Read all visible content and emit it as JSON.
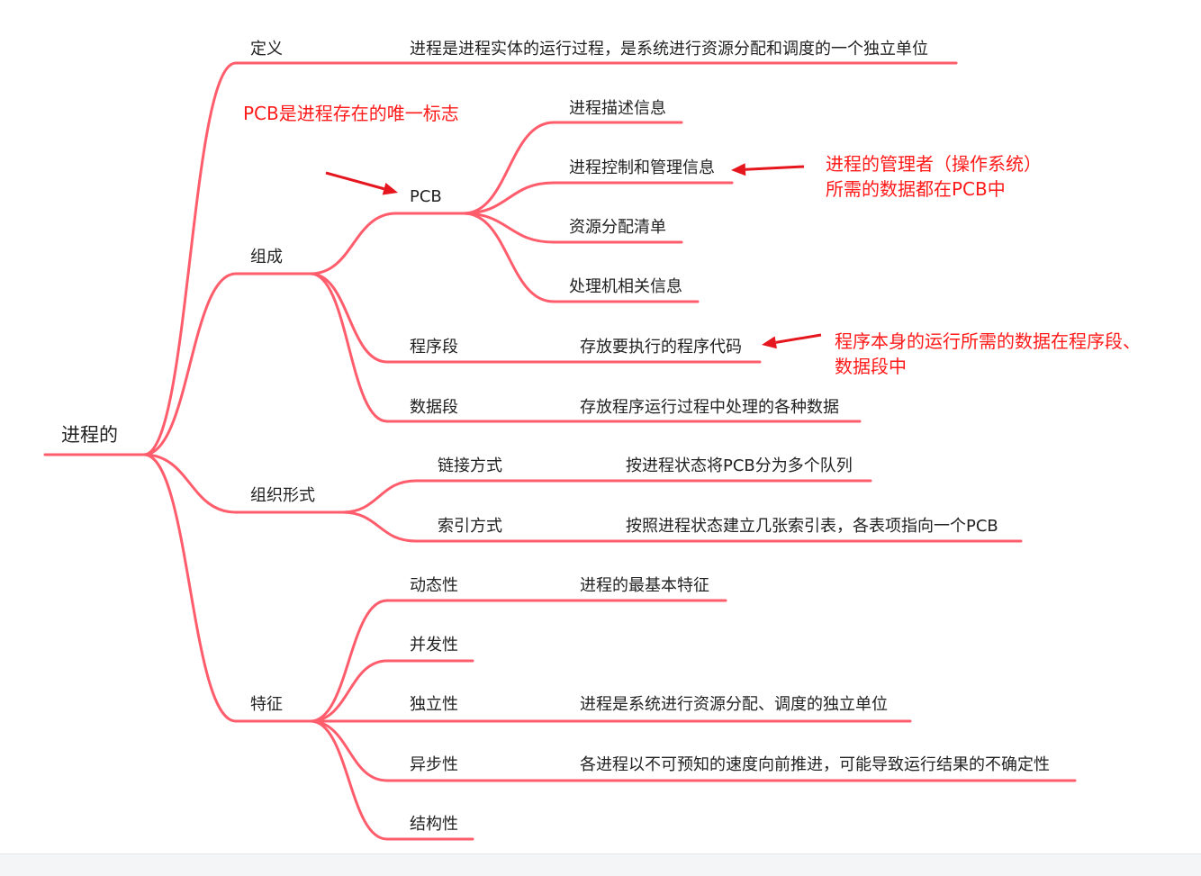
{
  "colors": {
    "branch": "#ff5c6c",
    "text": "#222222",
    "annotation": "#ff1a1a",
    "arrow": "#e5161e"
  },
  "root": {
    "label": "进程的"
  },
  "branches": {
    "definition": {
      "label": "定义",
      "detail": "进程是进程实体的运行过程，是系统进行资源分配和调度的一个独立单位"
    },
    "composition": {
      "label": "组成",
      "pcb": {
        "label": "PCB",
        "items": [
          "进程描述信息",
          "进程控制和管理信息",
          "资源分配清单",
          "处理机相关信息"
        ]
      },
      "program_segment": {
        "label": "程序段",
        "detail": "存放要执行的程序代码"
      },
      "data_segment": {
        "label": "数据段",
        "detail": "存放程序运行过程中处理的各种数据"
      }
    },
    "organization": {
      "label": "组织形式",
      "linked": {
        "label": "链接方式",
        "detail": "按进程状态将PCB分为多个队列"
      },
      "indexed": {
        "label": "索引方式",
        "detail": "按照进程状态建立几张索引表，各表项指向一个PCB"
      }
    },
    "features": {
      "label": "特征",
      "items": [
        {
          "label": "动态性",
          "detail": "进程的最基本特征"
        },
        {
          "label": "并发性",
          "detail": ""
        },
        {
          "label": "独立性",
          "detail": "进程是系统进行资源分配、调度的独立单位"
        },
        {
          "label": "异步性",
          "detail": "各进程以不可预知的速度向前推进，可能导致运行结果的不确定性"
        },
        {
          "label": "结构性",
          "detail": ""
        }
      ]
    }
  },
  "annotations": {
    "pcb_unique": "PCB是进程存在的唯一标志",
    "manager_line1": "进程的管理者（操作系统）",
    "manager_line2": "所需的数据都在PCB中",
    "program_line1": "程序本身的运行所需的数据在程序段、",
    "program_line2": "数据段中"
  }
}
